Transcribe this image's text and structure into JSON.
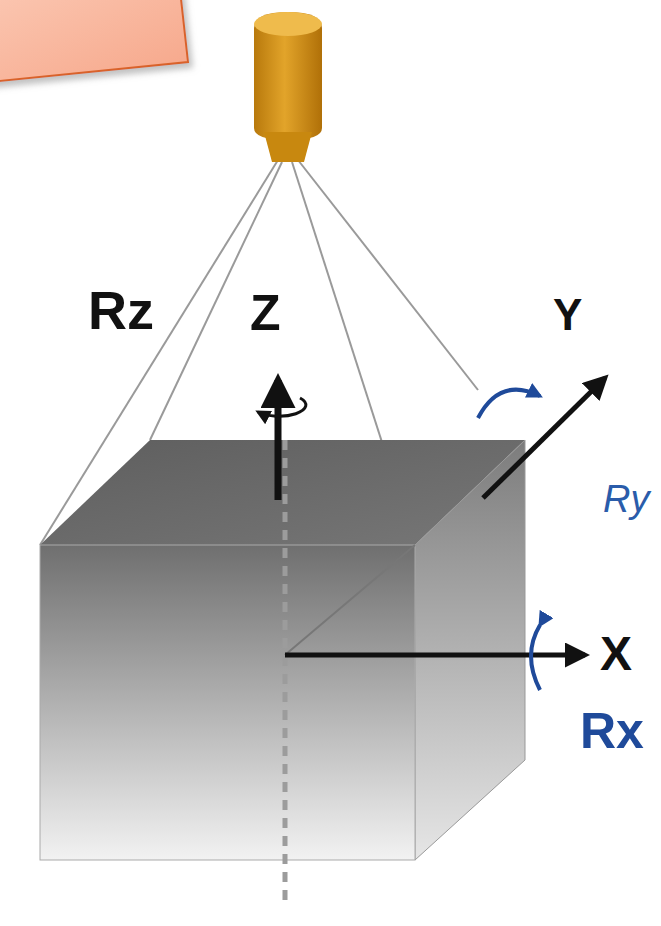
{
  "diagram": {
    "labels": [
      "Rz",
      "Z",
      "Y",
      "Ry",
      "X",
      "Rx"
    ]
  }
}
